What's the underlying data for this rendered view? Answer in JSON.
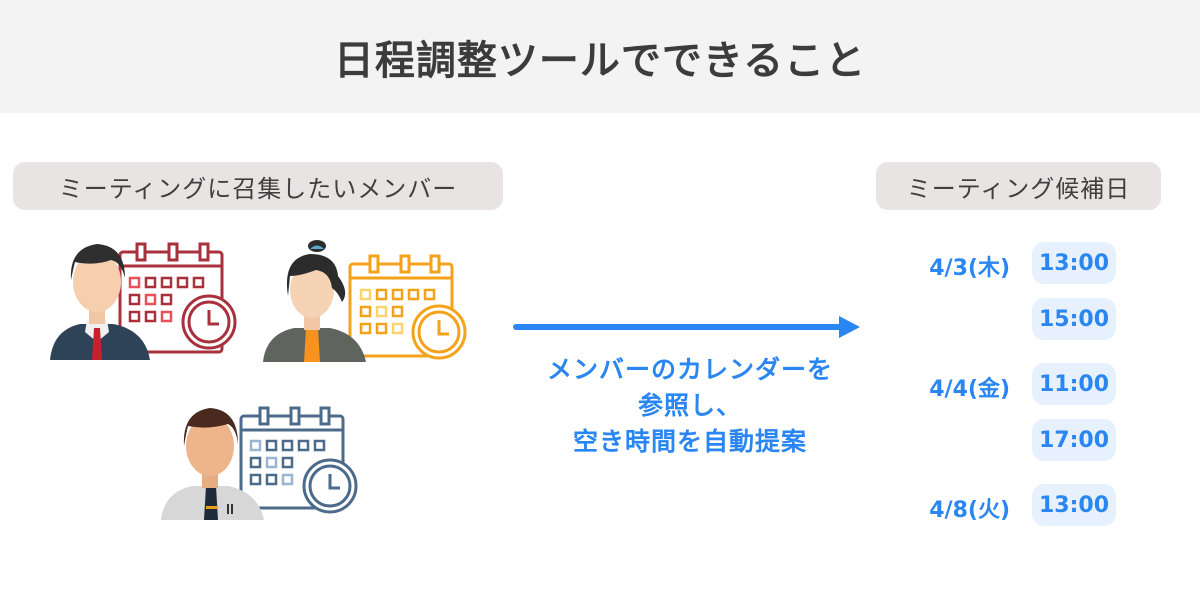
{
  "header": {
    "title": "日程調整ツールでできること"
  },
  "members_section": {
    "label": "ミーティングに召集したいメンバー",
    "members": [
      {
        "name": "businessman-red-calendar",
        "calendar_color": "#a8313d",
        "highlight_color": "#e8505b",
        "suit_color": "#2f4358",
        "tie_color": "#c8202e",
        "hair_color": "#2f2f2f"
      },
      {
        "name": "businesswoman-orange-calendar",
        "calendar_color": "#f4a21a",
        "highlight_color": "#fbd46e",
        "suit_color": "#5f655e",
        "accent_color": "#f7931e",
        "hair_color": "#2c2c2c"
      },
      {
        "name": "man-blue-calendar",
        "calendar_color": "#4c6a89",
        "highlight_color": "#9bb4cf",
        "shirt_color": "#d7d7d7",
        "tie_color": "#1f2b3a",
        "hair_color": "#4a2a1e"
      }
    ]
  },
  "process": {
    "arrow_color": "#2a86f2",
    "lines": [
      "メンバーのカレンダーを",
      "参照し、",
      "空き時間を自動提案"
    ]
  },
  "candidates_section": {
    "label": "ミーティング候補日",
    "dates": [
      {
        "date": "4/3(木)",
        "times": [
          "13:00",
          "15:00"
        ]
      },
      {
        "date": "4/4(金)",
        "times": [
          "11:00",
          "17:00"
        ]
      },
      {
        "date": "4/8(火)",
        "times": [
          "13:00"
        ]
      }
    ]
  },
  "colors": {
    "header_bg": "#f3f3f3",
    "label_bg": "#e9e4e4",
    "accent": "#2a86f2",
    "chip_bg": "#e7f1fd"
  }
}
